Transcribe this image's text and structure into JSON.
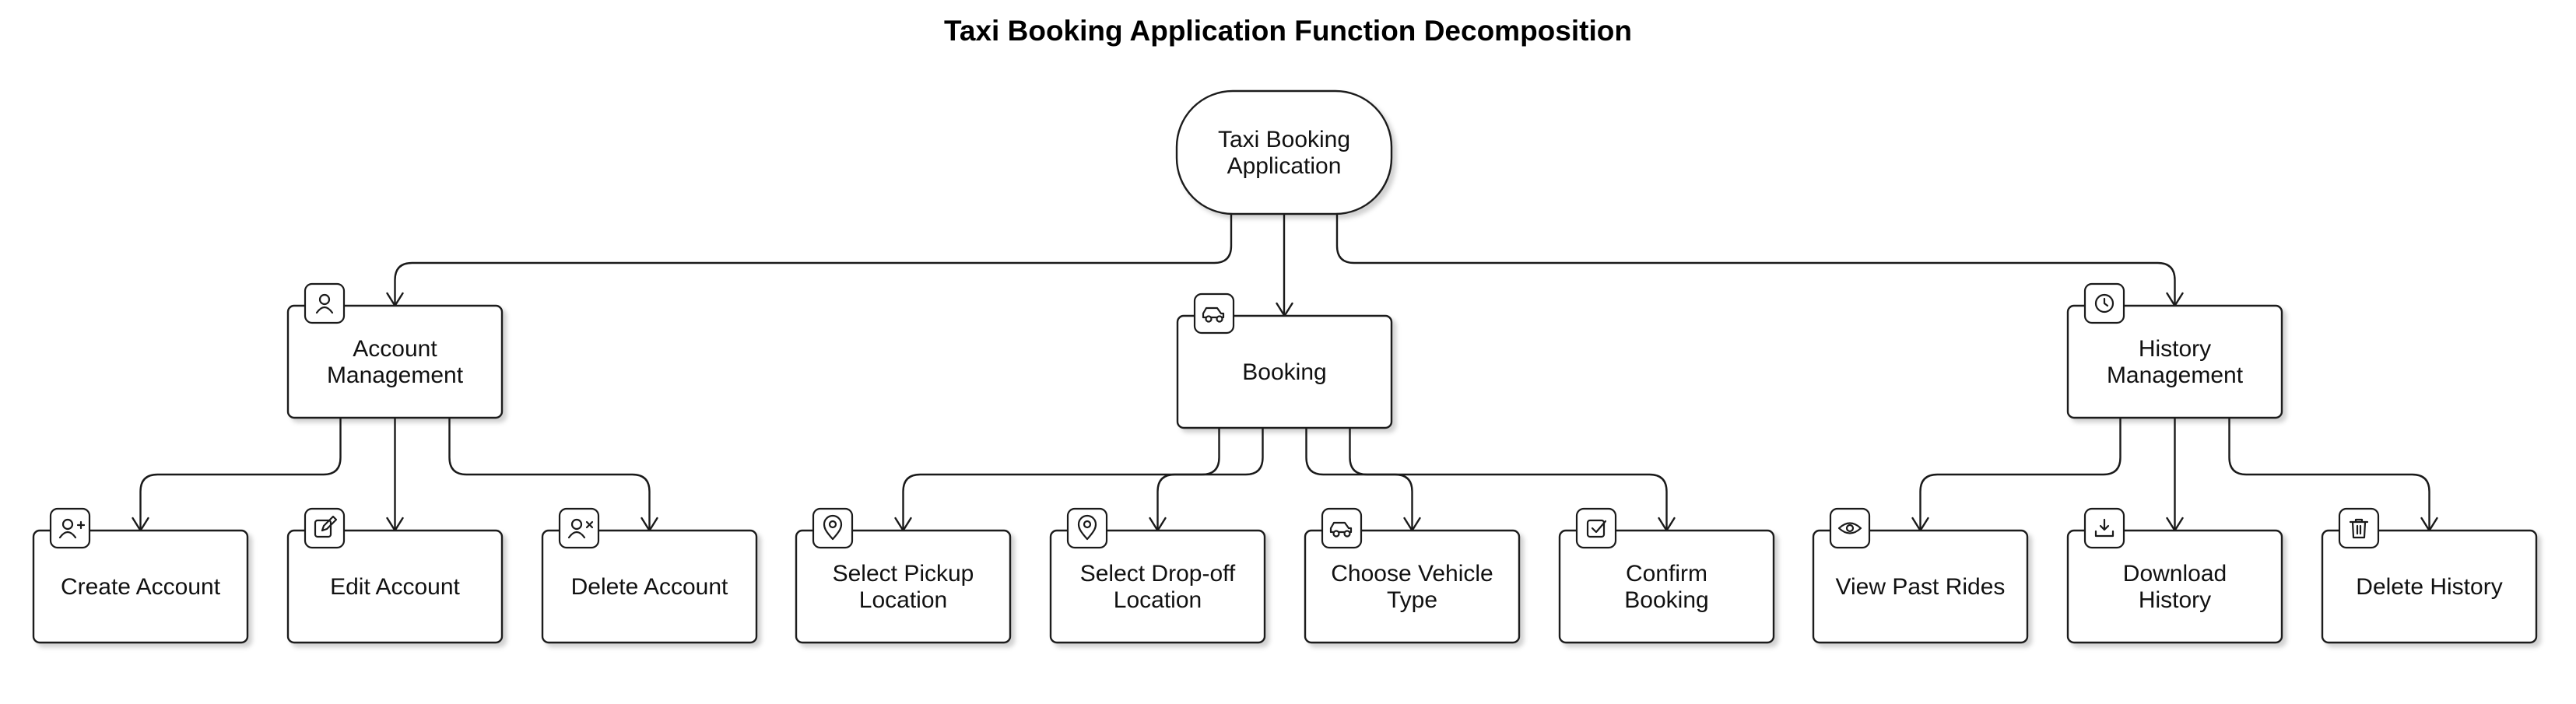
{
  "title": "Taxi Booking Application Function Decomposition",
  "root": {
    "label": [
      "Taxi Booking",
      "Application"
    ]
  },
  "groups": [
    {
      "label": [
        "Account",
        "Management"
      ],
      "icon": "user-icon",
      "children": [
        {
          "label": [
            "Create Account"
          ],
          "icon": "user-plus-icon"
        },
        {
          "label": [
            "Edit Account"
          ],
          "icon": "edit-icon"
        },
        {
          "label": [
            "Delete Account"
          ],
          "icon": "user-x-icon"
        }
      ]
    },
    {
      "label": [
        "Booking"
      ],
      "icon": "car-icon",
      "children": [
        {
          "label": [
            "Select Pickup",
            "Location"
          ],
          "icon": "map-pin-icon"
        },
        {
          "label": [
            "Select Drop-off",
            "Location"
          ],
          "icon": "map-pin-icon"
        },
        {
          "label": [
            "Choose Vehicle",
            "Type"
          ],
          "icon": "car-icon"
        },
        {
          "label": [
            "Confirm",
            "Booking"
          ],
          "icon": "check-square-icon"
        }
      ]
    },
    {
      "label": [
        "History",
        "Management"
      ],
      "icon": "clock-icon",
      "children": [
        {
          "label": [
            "View Past Rides"
          ],
          "icon": "eye-icon"
        },
        {
          "label": [
            "Download",
            "History"
          ],
          "icon": "download-icon"
        },
        {
          "label": [
            "Delete History"
          ],
          "icon": "trash-icon"
        }
      ]
    }
  ]
}
